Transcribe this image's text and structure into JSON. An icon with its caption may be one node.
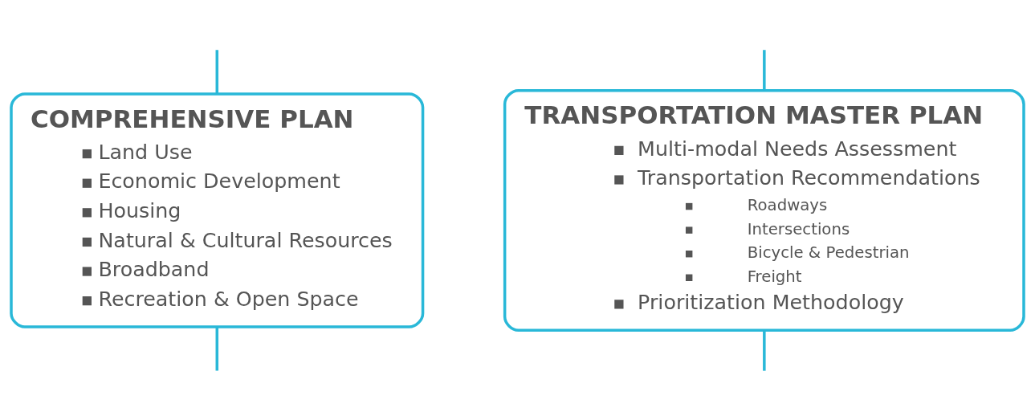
{
  "diagram": {
    "nodes": [
      {
        "text": [
          "COMPREHENSIVE PLAN",
          "Land Use",
          "Economic Development",
          "Housing",
          "Natural & Cultural Resources",
          "Broadband",
          "Recreation & Open Space"
        ]
      },
      {
        "text": [
          "TRANSPORTATION MASTER PLAN",
          "Multi-modal Needs Assessment",
          "Transportation Recommendations",
          "Roadways",
          "Intersections",
          "Bicycle & Pedestrian",
          "Freight",
          "Prioritization Methodology"
        ]
      }
    ],
    "edges": [
      {
        "from": null,
        "to": 0,
        "arrow": "none"
      },
      {
        "from": null,
        "to": 1,
        "arrow": "none"
      },
      {
        "from": 0,
        "to": null,
        "arrow": "none"
      },
      {
        "from": 1,
        "to": null,
        "arrow": "none"
      }
    ]
  }
}
